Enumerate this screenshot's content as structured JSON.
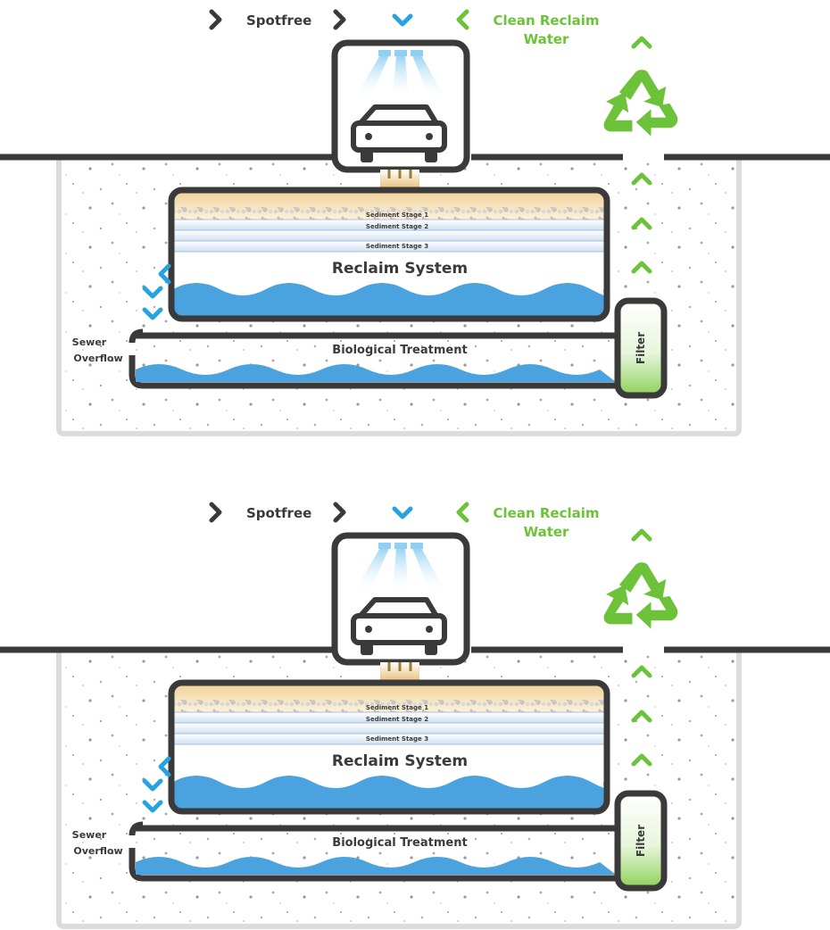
{
  "labels": {
    "spotfree": "Spotfree",
    "clean_reclaim_line1": "Clean Reclaim",
    "clean_reclaim_line2": "Water",
    "sediment_stage_1": "Sediment Stage 1",
    "sediment_stage_2": "Sediment Stage 2",
    "sediment_stage_3": "Sediment Stage 3",
    "reclaim_system": "Reclaim System",
    "sewer_line1": "Sewer",
    "sewer_line2": "Overflow",
    "biological_treatment": "Biological Treatment",
    "filter": "Filter"
  },
  "colors": {
    "outline": "#3a3a3a",
    "water_blue": "#4aa3df",
    "arrow_blue": "#29a3e0",
    "green": "#6cc33a",
    "sand": "#e9c98a",
    "ground": "#d9d9d9",
    "stage_blue": "#dbe9f6"
  },
  "icons": [
    "car-icon",
    "recycle-icon",
    "chevron-right-icon",
    "chevron-down-icon",
    "chevron-left-icon",
    "chevron-up-icon"
  ]
}
